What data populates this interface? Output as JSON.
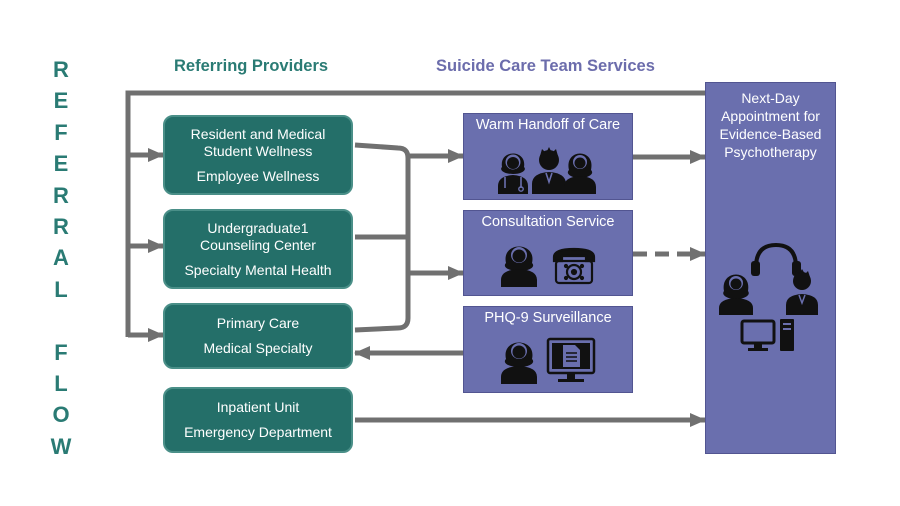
{
  "title_vertical": {
    "letters": [
      "R",
      "E",
      "F",
      "E",
      "R",
      "R",
      "A",
      "L",
      "",
      "F",
      "L",
      "O",
      "W"
    ],
    "color": "#2a7b74"
  },
  "headers": {
    "referring": "Referring Providers",
    "services": "Suicide Care Team Services"
  },
  "providers": [
    {
      "line1": "Resident and Medical",
      "line2": "Student Wellness",
      "line3": "Employee Wellness"
    },
    {
      "line1": "Undergraduate1",
      "line2": "Counseling Center",
      "line3": "Specialty Mental Health"
    },
    {
      "line1": "Primary Care",
      "line2": "Medical Specialty"
    },
    {
      "line1": "Inpatient Unit",
      "line2": "Emergency Department"
    }
  ],
  "services": [
    {
      "title": "Warm Handoff of Care",
      "icons": [
        "woman-doctor-icon",
        "man-icon",
        "woman-icon"
      ]
    },
    {
      "title": "Consultation Service",
      "icons": [
        "woman-icon",
        "telephone-icon"
      ]
    },
    {
      "title": "PHQ-9 Surveillance",
      "icons": [
        "woman-icon",
        "computer-document-icon"
      ]
    }
  ],
  "outcome": {
    "text": "Next-Day Appointment for Evidence-Based Psychotherapy",
    "icons": [
      "headphones-woman-icon",
      "man-icon",
      "desktop-computer-icon"
    ]
  },
  "colors": {
    "provider_fill": "#246f69",
    "service_fill": "#6a6fae",
    "arrow": "#707070",
    "teal_text": "#2a7b74",
    "purple_text": "#6c6dac"
  }
}
